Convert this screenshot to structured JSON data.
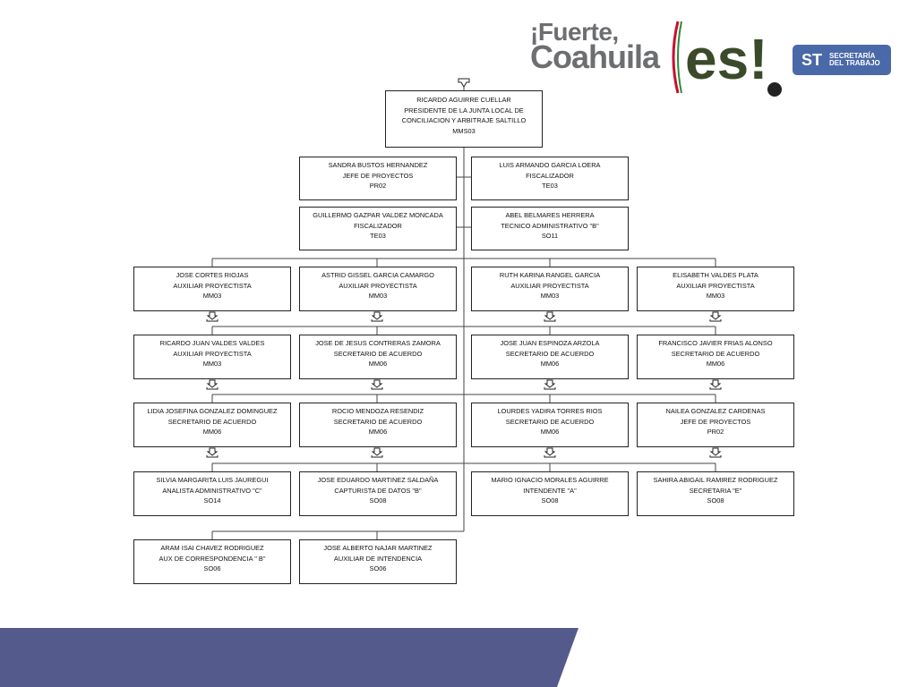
{
  "branding": {
    "logo_line1": "¡Fuerte,",
    "logo_line2": "Coahuila",
    "logo_es": "es!",
    "badge_abbr": "ST",
    "badge_line1": "SECRETARÍA",
    "badge_line2": "DEL TRABAJO"
  },
  "colors": {
    "band": "#555a8c",
    "es_green": "#3b4a2a",
    "badge": "#4a69a8",
    "gray": "#6d6e71"
  },
  "org": {
    "top": [
      "RICARDO AGUIRRE CUELLAR",
      "PRESIDENTE DE LA JUNTA LOCAL DE",
      "CONCILIACION Y ARBITRAJE SALTILLO",
      "MMS03"
    ],
    "staff": [
      [
        "SANDRA BUSTOS HERNANDEZ",
        "JEFE DE PROYECTOS",
        "PR02"
      ],
      [
        "LUIS ARMANDO GARCIA LOERA",
        "FISCALIZADOR",
        "TE03"
      ],
      [
        "GUILLERMO GAZPAR VALDEZ MONCADA",
        "FISCALIZADOR",
        "TE03"
      ],
      [
        "ABEL BELMARES HERRERA",
        "TECNICO ADMINISTRATIVO \"B\"",
        "SO11"
      ]
    ],
    "row1": [
      [
        "JOSE CORTES RIOJAS",
        "AUXILIAR PROYECTISTA",
        "MM03"
      ],
      [
        "ASTRID GISSEL GARCIA CAMARGO",
        "AUXILIAR PROYECTISTA",
        "MM03"
      ],
      [
        "RUTH KARINA RANGEL GARCIA",
        "AUXILIAR PROYECTISTA",
        "MM03"
      ],
      [
        "ELISABETH VALDES PLATA",
        "AUXILIAR PROYECTISTA",
        "MM03"
      ]
    ],
    "row2": [
      [
        "RICARDO JUAN VALDES VALDES",
        "AUXILIAR PROYECTISTA",
        "MM03"
      ],
      [
        "JOSE DE JESUS CONTRERAS ZAMORA",
        "SECRETARIO DE ACUERDO",
        "MM06"
      ],
      [
        "JOSE JUAN ESPINOZA ARZOLA",
        "SECRETARIO DE ACUERDO",
        "MM06"
      ],
      [
        "FRANCISCO JAVIER FRIAS ALONSO",
        "SECRETARIO DE ACUERDO",
        "MM06"
      ]
    ],
    "row3": [
      [
        "LIDIA JOSEFINA GONZALEZ DOMINGUEZ",
        "SECRETARIO DE ACUERDO",
        "MM06"
      ],
      [
        "ROCIO MENDOZA RESENDIZ",
        "SECRETARIO DE ACUERDO",
        "MM06"
      ],
      [
        "LOURDES YADIRA TORRES RIOS",
        "SECRETARIO DE ACUERDO",
        "MM06"
      ],
      [
        "NAILEA GONZALEZ CARDENAS",
        "JEFE DE PROYECTOS",
        "PR02"
      ]
    ],
    "row4": [
      [
        "SILVIA MARGARITA LUIS JAUREGUI",
        "ANALISTA ADMINISTRATIVO \"C\"",
        "SO14"
      ],
      [
        "JOSE EDUARDO MARTINEZ SALDAÑA",
        "CAPTURISTA DE DATOS  \"B\"",
        "SO08"
      ],
      [
        "MARIO IGNACIO MORALES AGUIRRE",
        "INTENDENTE \"A\"",
        "SO08"
      ],
      [
        "SAHIRA ABIGAIL RAMIREZ RODRIGUEZ",
        "SECRETARIA \"E\"",
        "SO08"
      ]
    ],
    "row5": [
      [
        "ARAM ISAI CHAVEZ RODRIGUEZ",
        "AUX DE CORRESPONDENCIA \" B\"",
        "SO06"
      ],
      [
        "JOSE ALBERTO NAJAR MARTINEZ",
        "AUXILIAR DE INTENDENCIA",
        "SO06"
      ]
    ]
  }
}
